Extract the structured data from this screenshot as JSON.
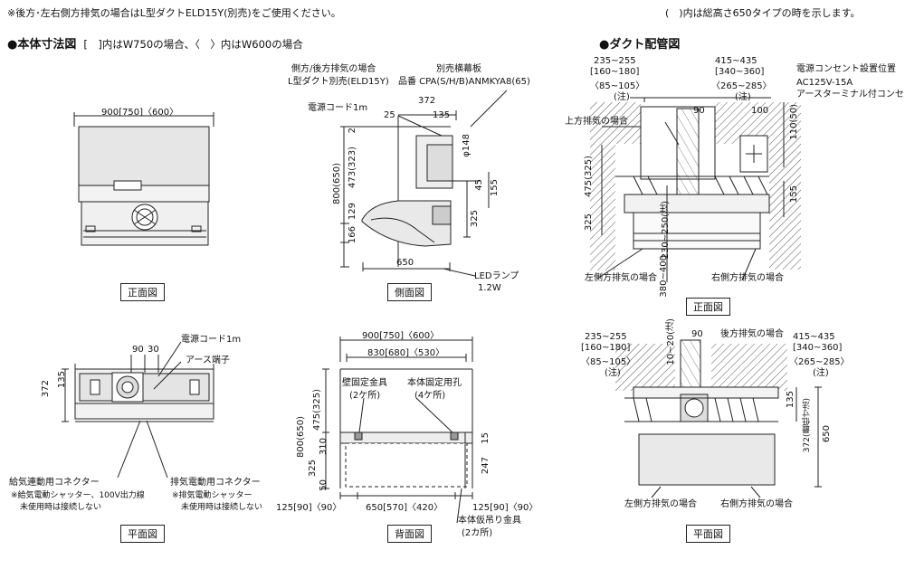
{
  "header": {
    "note_left": "※後方･左右側方排気の場合はL型ダクトELD15Y(別売)をご使用ください。",
    "note_right": "(　)内は総高さ650タイプの時を示します。"
  },
  "sections": {
    "body_dims": {
      "title": "●本体寸法図",
      "subtitle": "[　]内はW750の場合、〈　〉内はW600の場合"
    },
    "duct": {
      "title": "●ダクト配管図"
    }
  },
  "captions": {
    "front": "正面図",
    "side": "側面図",
    "plan": "平面図",
    "back": "背面図",
    "duct_front": "正面図",
    "duct_plan": "平面図"
  },
  "front_view": {
    "width": "900[750]〈600〉"
  },
  "side_view": {
    "duct_note_1": "側方/後方排気の場合",
    "duct_note_2": "L型ダクト別売(ELD15Y)",
    "panel_1": "別売横幕板",
    "panel_2": "品番 CPA(S/H/B)ANMKYA8(65)",
    "cord": "電源コード1m",
    "d372": "372",
    "d25": "25",
    "d135": "135",
    "d148": "φ148",
    "d45": "45",
    "d155": "155",
    "d325": "325",
    "d2": "2",
    "d473": "473(323)",
    "d800": "800(650)",
    "d129": "129",
    "d166": "166",
    "d650": "650",
    "led": "LEDランプ",
    "led_w": "1.2W"
  },
  "plan_view": {
    "cord": "電源コード1m",
    "earth": "アース端子",
    "d90": "90",
    "d30": "30",
    "d135": "135",
    "d372": "372",
    "intake_1": "給気連動用コネクター",
    "intake_2": "※給気電動シャッター、100V出力線",
    "intake_3": "未使用時は接続しない",
    "exhaust_1": "排気電動用コネクター",
    "exhaust_2": "※排気電動シャッター",
    "exhaust_3": "未使用時は接続しない"
  },
  "back_view": {
    "w1": "900[750]〈600〉",
    "w2": "830[680]〈530〉",
    "wall": "壁固定金具",
    "wall_n": "(2ケ所)",
    "fix": "本体固定用孔",
    "fix_n": "(4ケ所)",
    "d475": "475(325)",
    "d800": "800(650)",
    "d310": "310",
    "d325": "325",
    "d50": "50",
    "d15": "15",
    "d247": "247",
    "b_left": "125[90]〈90〉",
    "b_mid": "650[570]〈420〉",
    "b_right": "125[90]〈90〉",
    "temp": "本体仮吊り金具",
    "temp_n": "(2カ所)"
  },
  "duct_front": {
    "l1": "235~255",
    "l2": "[160~180]",
    "l3": "〈85~105〉",
    "l4": "(注)",
    "r1": "415~435",
    "r2": "[340~360]",
    "r3": "〈265~285〉",
    "r4": "(注)",
    "outlet_1": "電源コンセント設置位置",
    "outlet_2": "AC125V-15A",
    "outlet_3": "アースターミナル付コンセント",
    "upper": "上方排気の場合",
    "d90": "90",
    "d100": "100",
    "d110": "110(50)",
    "d475": "475(325)",
    "d325": "325",
    "d155": "155",
    "d230": "230~250(注)",
    "d380": "380~400",
    "left": "左側方排気の場合",
    "right": "右側方排気の場合"
  },
  "duct_plan": {
    "l1": "235~255",
    "l2": "[160~180]",
    "l3": "〈85~105〉",
    "l4": "(注)",
    "d10": "10~20(注)",
    "d90": "90",
    "rear": "後方排気の場合",
    "r1": "415~435",
    "r2": "[340~360]",
    "r3": "〈265~285〉",
    "r4": "(注)",
    "d135": "135",
    "d372": "372(最低寸法)",
    "d650": "650",
    "left": "左側方排気の場合",
    "right": "右側方排気の場合"
  }
}
